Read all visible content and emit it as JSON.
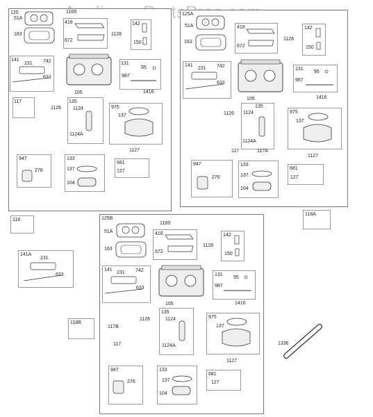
{
  "watermark": "AppliancePartsPros.com",
  "groups": [
    {
      "label": "125"
    },
    {
      "label": "125A"
    },
    {
      "label": "125B"
    }
  ],
  "parts": {
    "p51A": "51A",
    "p163": "163",
    "p418": "418",
    "p672": "672",
    "p1169": "1169",
    "p142": "142",
    "p1128": "1128",
    "p150": "150",
    "p141": "141",
    "p231": "231",
    "p742": "742",
    "p633": "633",
    "p131": "131",
    "p95": "95",
    "p987": "987",
    "p1416": "1416",
    "p105": "105",
    "p117": "117",
    "p1126": "1126",
    "p135": "135",
    "p1124": "1124",
    "p1124A": "1124A",
    "p975": "975",
    "p137": "137",
    "p1127": "1127",
    "p117A": "117A",
    "p947": "947",
    "p276": "276",
    "p133": "133",
    "p104": "104",
    "p681": "681",
    "p127": "127",
    "p118": "118",
    "p118A": "118A",
    "p141A": "141A",
    "p118B": "118B",
    "p117B": "117B",
    "p1336": "1336"
  }
}
